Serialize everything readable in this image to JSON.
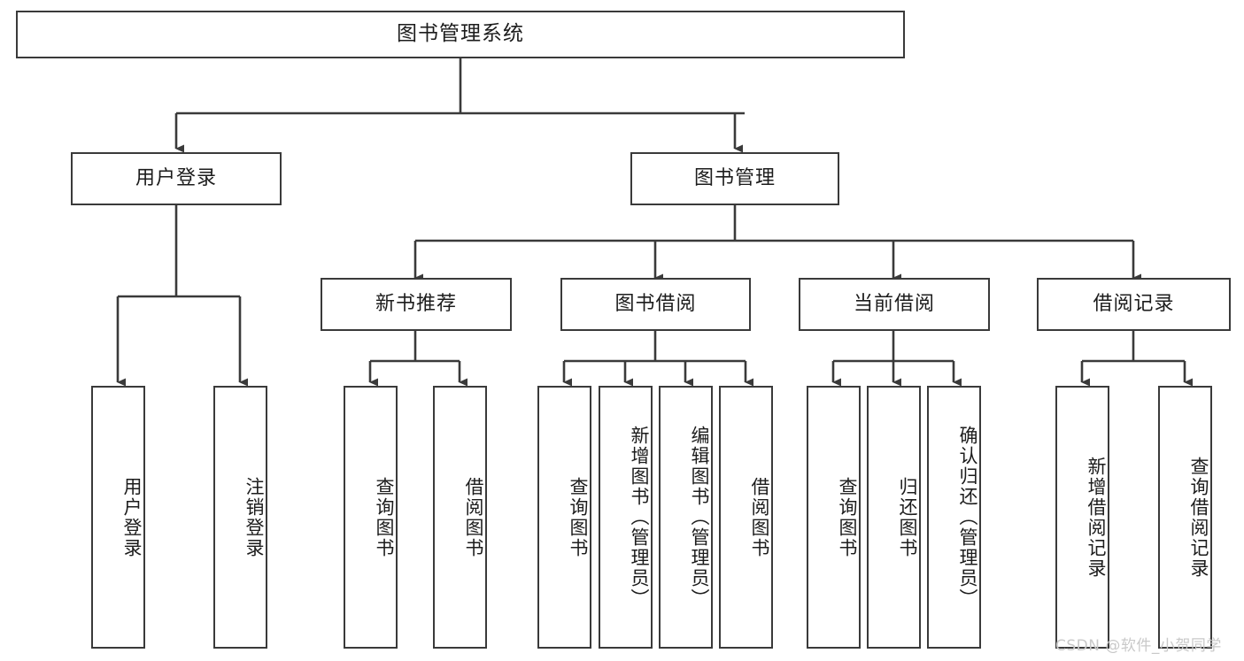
{
  "diagram": {
    "title": "图书管理系统",
    "type": "hierarchy-tree",
    "watermark": "CSDN @软件_小贺同学",
    "line_color": "#3a3a3a",
    "box_fill": "#ffffff",
    "text_color": "#1c1c1c",
    "watermark_color": "#c9c9c9",
    "levels": {
      "level1": [
        "图书管理系统"
      ],
      "level2": [
        "用户登录",
        "图书管理"
      ],
      "level3": [
        "新书推荐",
        "图书借阅",
        "当前借阅",
        "借阅记录"
      ],
      "level4": [
        "用户登录",
        "注销登录",
        "查询图书",
        "借阅图书",
        "查询图书",
        "新增图书（管理员）",
        "编辑图书（管理员）",
        "借阅图书",
        "查询图书",
        "归还图书",
        "确认归还（管理员）",
        "新增借阅记录",
        "查询借阅记录"
      ]
    },
    "nodes": {
      "root": {
        "label": "图书管理系统"
      },
      "user_login": {
        "label": "用户登录"
      },
      "book_manage": {
        "label": "图书管理"
      },
      "new_book_rec": {
        "label": "新书推荐"
      },
      "book_borrow": {
        "label": "图书借阅"
      },
      "current_borrow": {
        "label": "当前借阅"
      },
      "borrow_record": {
        "label": "借阅记录"
      },
      "leaf_user_login": {
        "label": "用户登录"
      },
      "leaf_logout": {
        "label": "注销登录"
      },
      "leaf_query_book_a": {
        "label": "查询图书"
      },
      "leaf_borrow_book_a": {
        "label": "借阅图书"
      },
      "leaf_query_book_b": {
        "label": "查询图书"
      },
      "leaf_add_book": {
        "label": "新增图书（管理员）"
      },
      "leaf_edit_book": {
        "label": "编辑图书（管理员）"
      },
      "leaf_borrow_book_b": {
        "label": "借阅图书"
      },
      "leaf_query_book_c": {
        "label": "查询图书"
      },
      "leaf_return_book": {
        "label": "归还图书"
      },
      "leaf_confirm_return": {
        "label": "确认归还（管理员）"
      },
      "leaf_add_record": {
        "label": "新增借阅记录"
      },
      "leaf_query_record": {
        "label": "查询借阅记录"
      }
    },
    "edges": [
      {
        "from": "root",
        "to": "user_login"
      },
      {
        "from": "root",
        "to": "book_manage"
      },
      {
        "from": "user_login",
        "to": "leaf_user_login"
      },
      {
        "from": "user_login",
        "to": "leaf_logout"
      },
      {
        "from": "book_manage",
        "to": "new_book_rec"
      },
      {
        "from": "book_manage",
        "to": "book_borrow"
      },
      {
        "from": "book_manage",
        "to": "current_borrow"
      },
      {
        "from": "book_manage",
        "to": "borrow_record"
      },
      {
        "from": "new_book_rec",
        "to": "leaf_query_book_a"
      },
      {
        "from": "new_book_rec",
        "to": "leaf_borrow_book_a"
      },
      {
        "from": "book_borrow",
        "to": "leaf_query_book_b"
      },
      {
        "from": "book_borrow",
        "to": "leaf_add_book"
      },
      {
        "from": "book_borrow",
        "to": "leaf_edit_book"
      },
      {
        "from": "book_borrow",
        "to": "leaf_borrow_book_b"
      },
      {
        "from": "current_borrow",
        "to": "leaf_query_book_c"
      },
      {
        "from": "current_borrow",
        "to": "leaf_return_book"
      },
      {
        "from": "current_borrow",
        "to": "leaf_confirm_return"
      },
      {
        "from": "borrow_record",
        "to": "leaf_add_record"
      },
      {
        "from": "borrow_record",
        "to": "leaf_query_record"
      }
    ]
  }
}
